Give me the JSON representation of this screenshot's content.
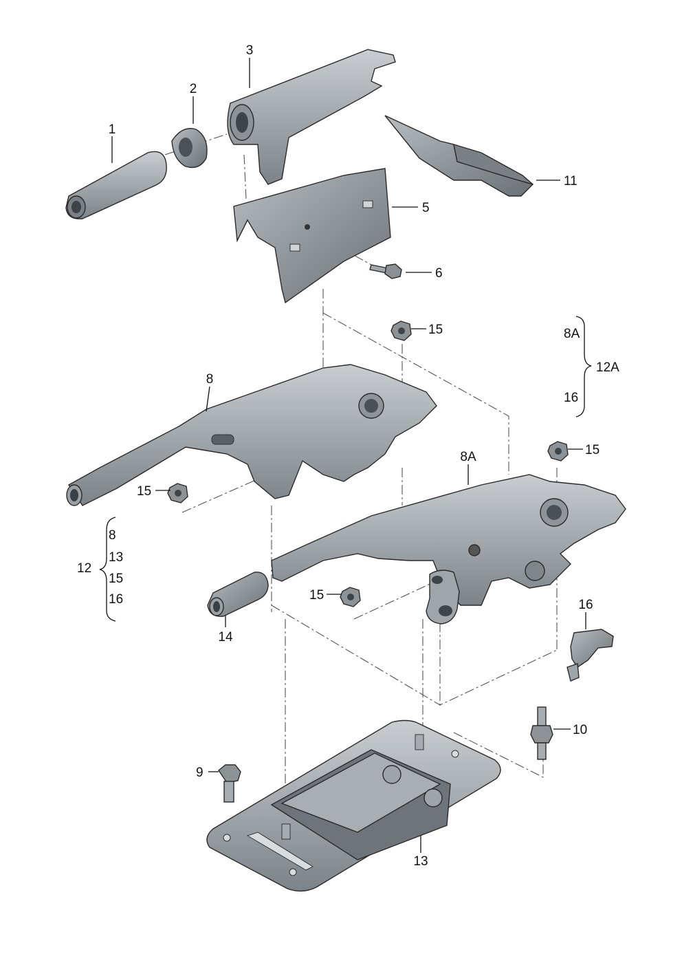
{
  "callouts": {
    "c1": "1",
    "c2": "2",
    "c3": "3",
    "c5": "5",
    "c6": "6",
    "c8": "8",
    "c8A": "8A",
    "c9": "9",
    "c10": "10",
    "c11": "11",
    "c13": "13",
    "c14": "14",
    "c15a": "15",
    "c15b": "15",
    "c15c": "15",
    "c15d": "15",
    "c16": "16"
  },
  "legend_12A": {
    "items": [
      "8A",
      "16"
    ],
    "group": "12A"
  },
  "legend_12": {
    "group": "12",
    "items": [
      "8",
      "13",
      "15",
      "16"
    ]
  },
  "colors": {
    "part_fill": "#9ea4a8",
    "part_dark": "#6f767b",
    "part_light": "#c4c8cb",
    "line": "#111111"
  }
}
